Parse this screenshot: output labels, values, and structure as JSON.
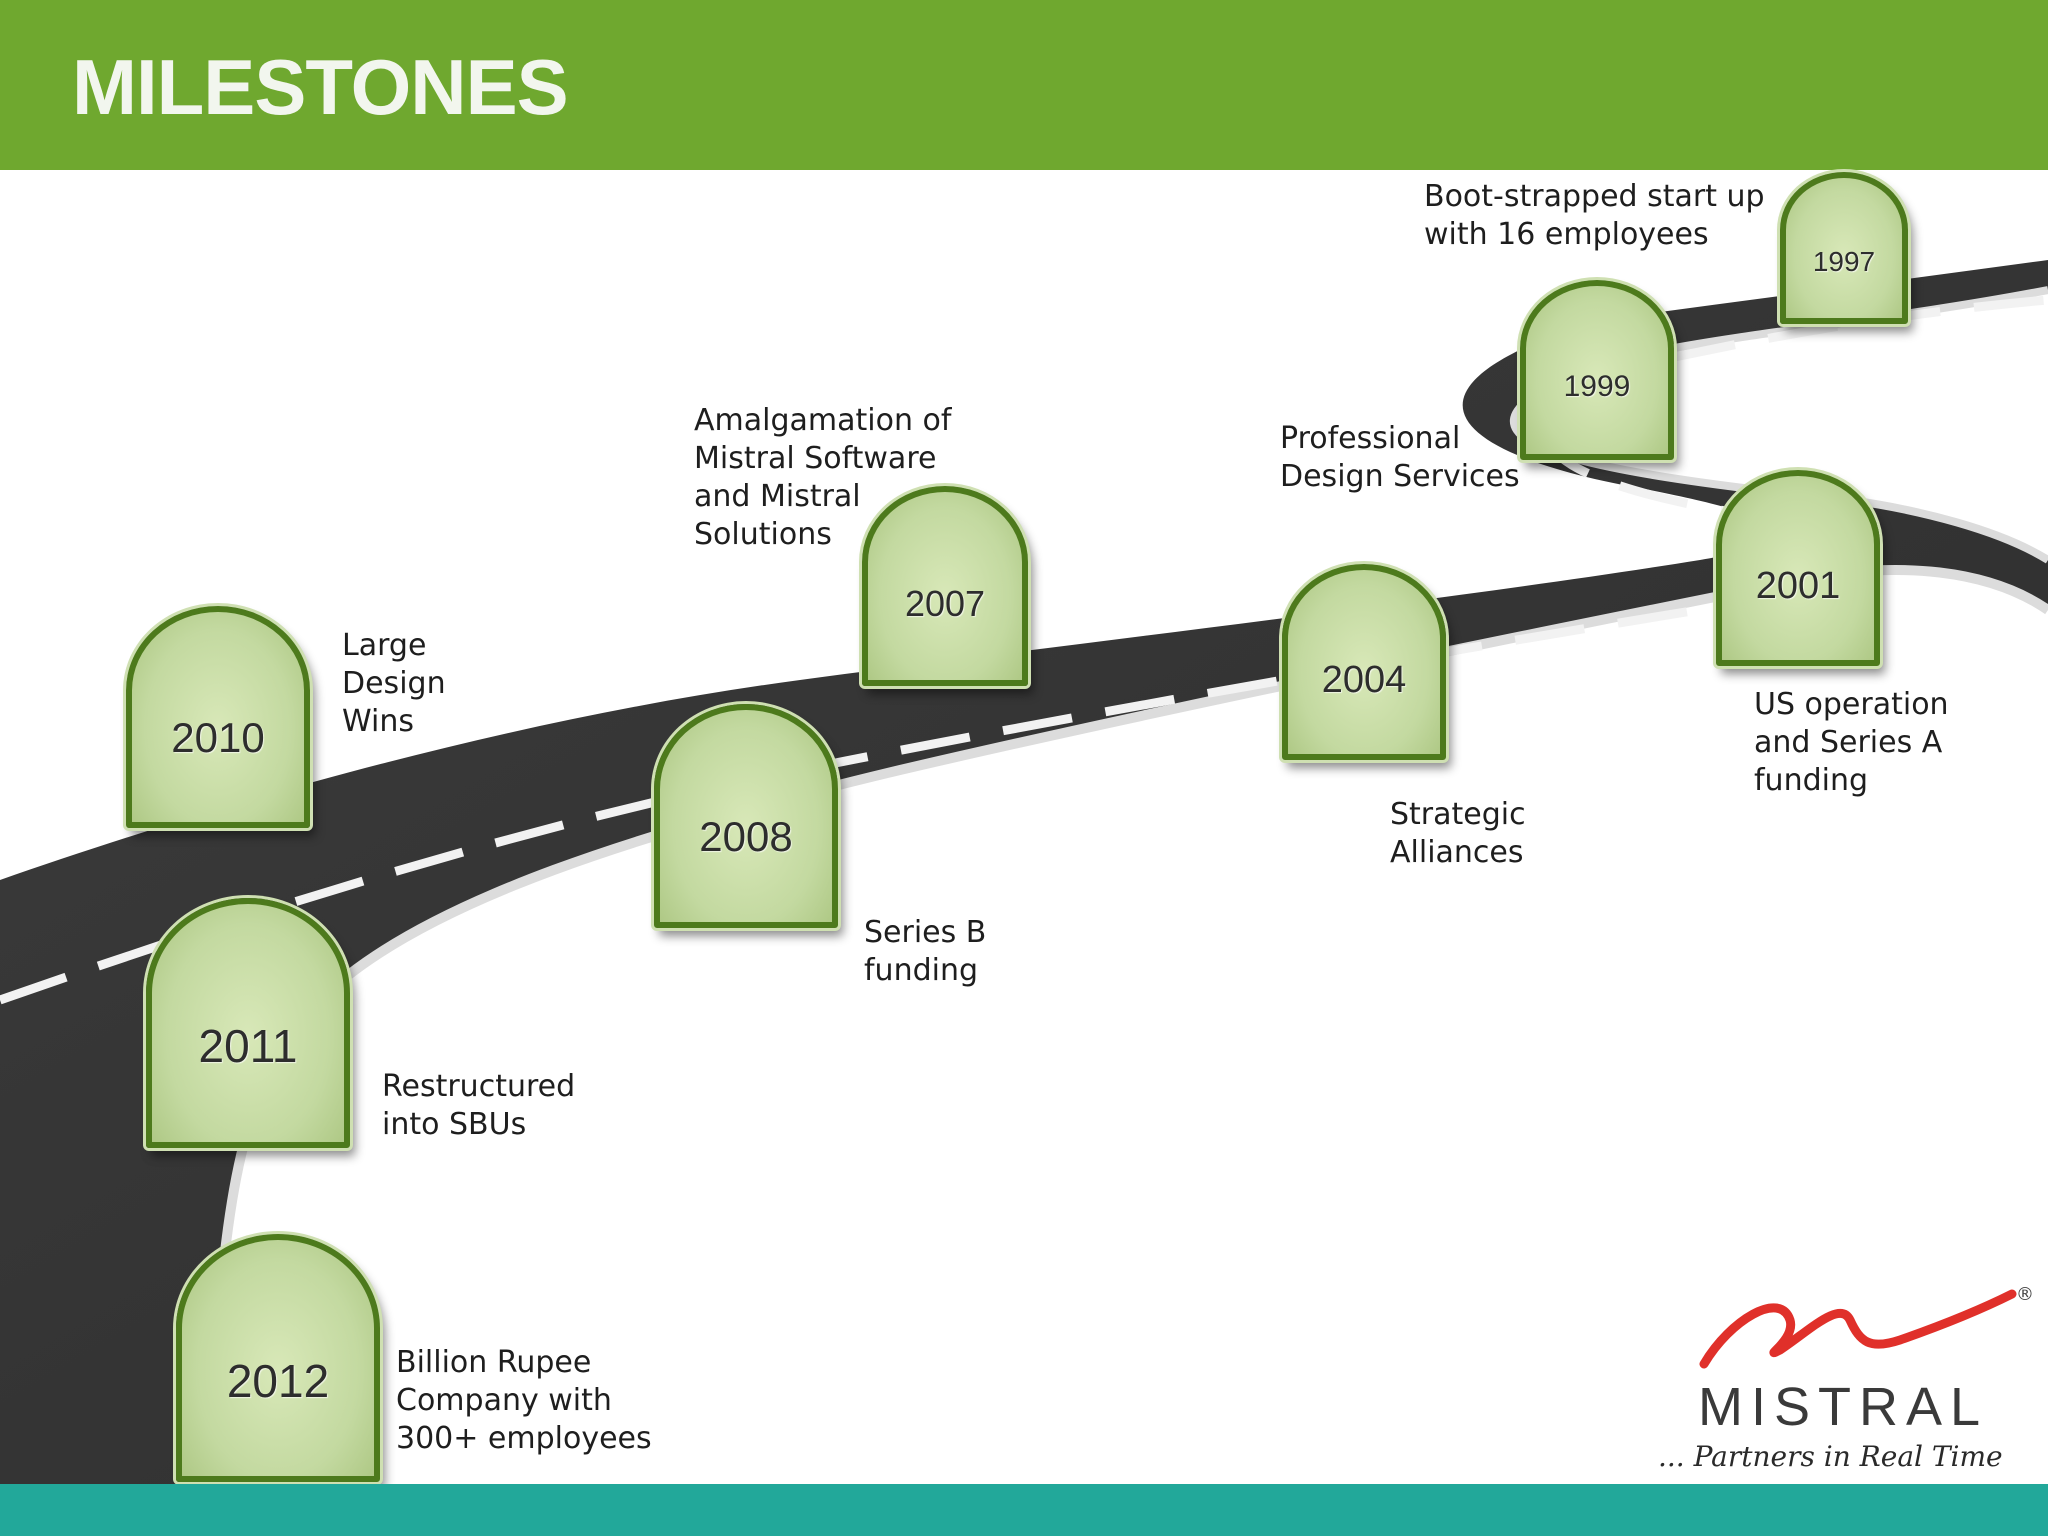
{
  "header": {
    "title": "MILESTONES"
  },
  "milestones": [
    {
      "year": "1997",
      "label": "Boot-strapped start up\nwith 16 employees"
    },
    {
      "year": "1999",
      "label": "Professional\nDesign Services"
    },
    {
      "year": "2001",
      "label": "US operation\nand Series A\nfunding"
    },
    {
      "year": "2004",
      "label": "Strategic\nAlliances"
    },
    {
      "year": "2007",
      "label": "Amalgamation of\nMistral Software\nand Mistral\nSolutions"
    },
    {
      "year": "2008",
      "label": "Series B\nfunding"
    },
    {
      "year": "2010",
      "label": "Large\nDesign\nWins"
    },
    {
      "year": "2011",
      "label": "Restructured\ninto SBUs"
    },
    {
      "year": "2012",
      "label": "Billion Rupee\nCompany with\n300+ employees"
    }
  ],
  "logo": {
    "name": "MISTRAL",
    "tagline": "... Partners in Real Time",
    "registered": "®"
  },
  "colors": {
    "header": "#6fa82f",
    "footer": "#22a89a",
    "stone": "#c3d9a0",
    "stone_border": "#4d7a1c",
    "road": "#3a3a3a",
    "logo_swoosh": "#e0302a"
  }
}
